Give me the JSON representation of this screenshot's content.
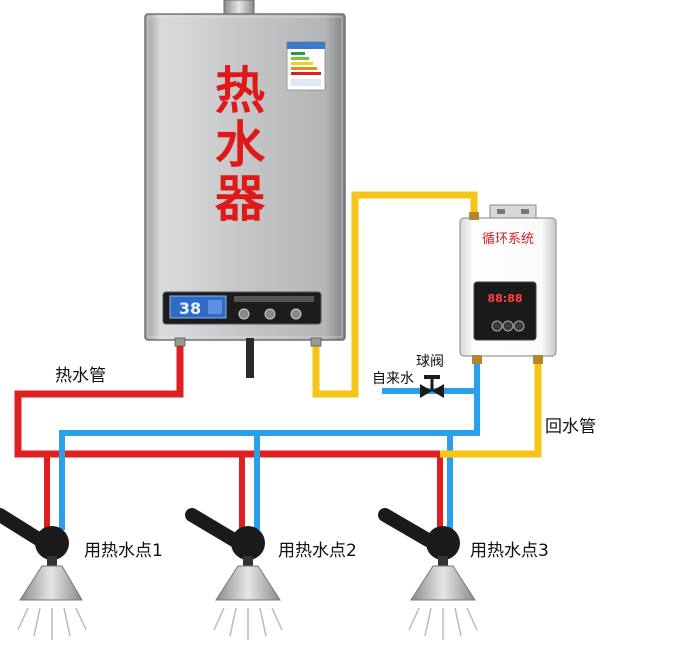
{
  "heater": {
    "label_line1": "热",
    "label_line2": "水",
    "label_line3": "器",
    "display_value": "38"
  },
  "circulation_unit": {
    "title": "循环系统",
    "display_value": "88:88"
  },
  "labels": {
    "hot_water_pipe": "热水管",
    "return_pipe": "回水管",
    "tap_water": "自来水",
    "ball_valve": "球阀"
  },
  "outlets": [
    {
      "label": "用热水点1"
    },
    {
      "label": "用热水点2"
    },
    {
      "label": "用热水点3"
    }
  ],
  "colors": {
    "hot_pipe": "#e02020",
    "cold_pipe": "#2aa0e8",
    "return_pipe": "#f5c518",
    "heater_text": "#e01818",
    "unit_title": "#d42020"
  }
}
